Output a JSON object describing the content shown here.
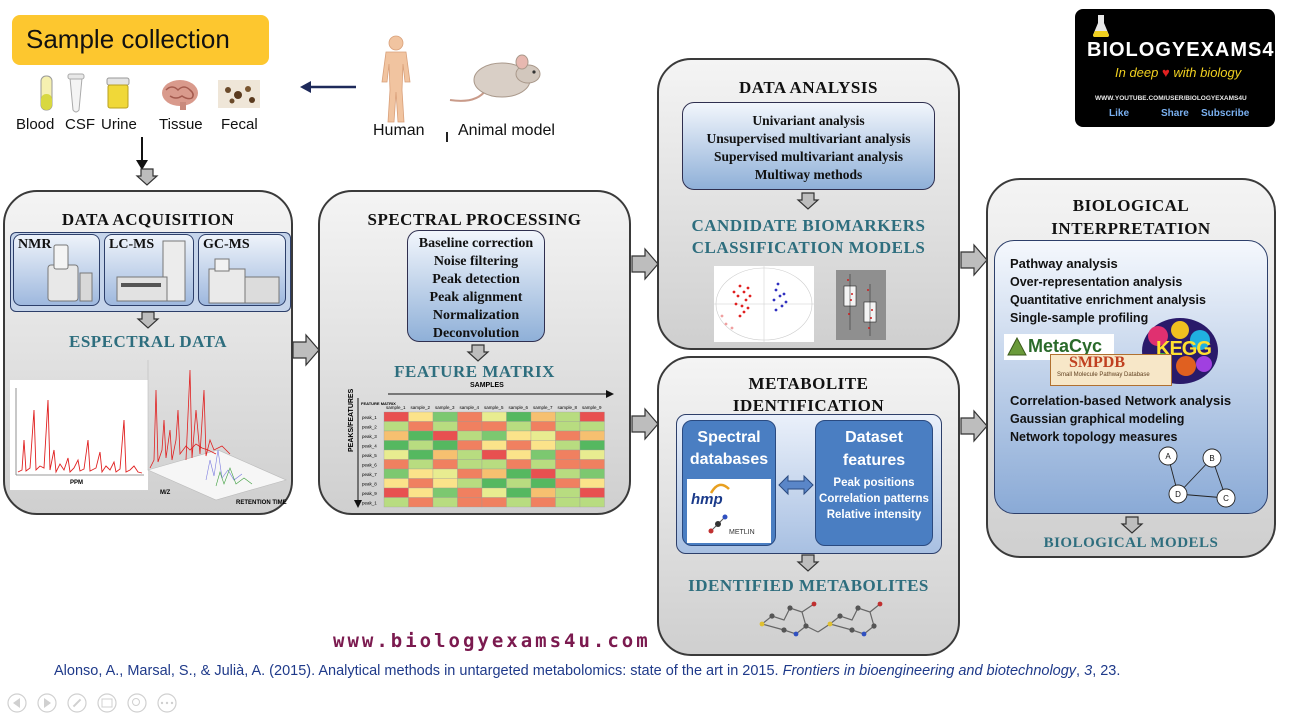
{
  "sample": {
    "title": "Sample collection",
    "types": [
      "Blood",
      "CSF",
      "Urine",
      "Tissue",
      "Fecal"
    ],
    "sources": [
      "Human",
      "Animal model"
    ]
  },
  "acquisition": {
    "title": "DATA ACQUISITION",
    "instruments": [
      "NMR",
      "LC-MS",
      "GC-MS"
    ],
    "output": "ESPECTRAL DATA",
    "plot_labels": [
      "PPM",
      "M/Z",
      "RETENTION TIME"
    ]
  },
  "spectral": {
    "title": "SPECTRAL PROCESSING",
    "steps": [
      "Baseline correction",
      "Noise filtering",
      "Peak detection",
      "Peak alignment",
      "Normalization",
      "Deconvolution"
    ],
    "output": "FEATURE MATRIX",
    "matrix": {
      "samples_label": "SAMPLES",
      "features_label": "PEAKS/FEATURES",
      "corner": "FEATURE MATRIX",
      "columns": [
        "sample_1",
        "sample_2",
        "sample_3",
        "sample_4",
        "sample_5",
        "sample_6",
        "sample_7",
        "sample_8",
        "sample_9"
      ],
      "rows": [
        "peak_1",
        "peak_2",
        "peak_3",
        "peak_4",
        "peak_5",
        "peak_6",
        "peak_7",
        "peak_8",
        "peak_9",
        "peak_1"
      ]
    }
  },
  "analysis": {
    "title": "DATA ANALYSIS",
    "methods": [
      "Univariant analysis",
      "Unsupervised multivariant analysis",
      "Supervised multivariant analysis",
      "Multiway methods"
    ],
    "output_1": "CANDIDATE BIOMARKERS",
    "output_2": "CLASSIFICATION MODELS"
  },
  "identification": {
    "title_1": "METABOLITE",
    "title_2": "IDENTIFICATION",
    "left_box_1": "Spectral",
    "left_box_2": "databases",
    "db_logo": "hmp",
    "db_logo_2": "METLIN",
    "right_box_1": "Dataset",
    "right_box_2": "features",
    "features": [
      "Peak positions",
      "Correlation patterns",
      "Relative intensity"
    ],
    "output": "IDENTIFIED METABOLITES"
  },
  "interpretation": {
    "title_1": "BIOLOGICAL",
    "title_2": "INTERPRETATION",
    "pathway_header": "Pathway analysis",
    "pathway_items": [
      "Over-representation analysis",
      "Quantitative enrichment analysis",
      "Single-sample profiling"
    ],
    "logos": [
      "MetaCyc",
      "SMPDB",
      "Small Molecule Pathway Database",
      "KEGG"
    ],
    "network_header": "Correlation-based Network analysis",
    "network_items": [
      "Gaussian graphical modeling",
      "Network topology measures"
    ],
    "nodes": [
      "A",
      "B",
      "D",
      "C"
    ],
    "output": "BIOLOGICAL MODELS"
  },
  "brand": {
    "name": "BIOLOGYEXAMS4U",
    "tagline_1": "In deep",
    "tagline_2": "with biology",
    "url": "WWW.YOUTUBE.COM/USER/BIOLOGYEXAMS4U",
    "actions": [
      "Like",
      "Share",
      "Subscribe"
    ]
  },
  "website": "www.biologyexams4u.com",
  "citation": {
    "prefix": "Alonso, A., Marsal, S., & Julià, A. (2015). Analytical methods in untargeted metabolomics: state of the art in 2015. ",
    "journal": "Frontiers in bioengineering and biotechnology",
    "sep1": ", ",
    "volume": "3",
    "suffix": ", 23."
  },
  "colors": {
    "sample_box": "#fdc72f",
    "teal_text": "#2e6e7e",
    "blue_box": "#4a7ec2",
    "website": "#7b1a4f",
    "citation": "#1f3a8a"
  }
}
